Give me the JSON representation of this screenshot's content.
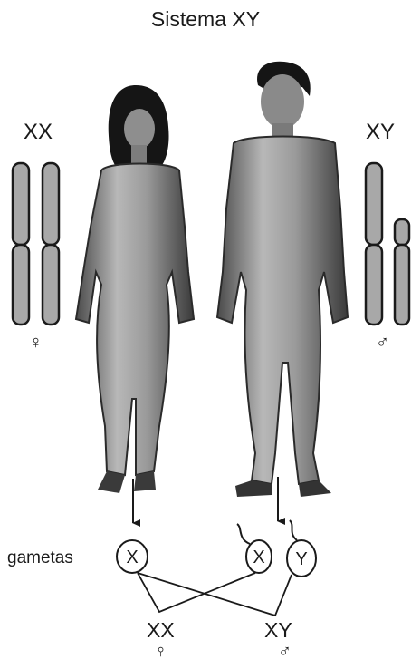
{
  "title": "Sistema XY",
  "female": {
    "chromosome_label": "XX",
    "symbol": "♀"
  },
  "male": {
    "chromosome_label": "XY",
    "symbol": "♂"
  },
  "gametes": {
    "label": "gametas",
    "female_gamete": "X",
    "male_gamete_1": "X",
    "male_gamete_2": "Y"
  },
  "offspring": [
    {
      "genotype": "XX",
      "symbol": "♀"
    },
    {
      "genotype": "XY",
      "symbol": "♂"
    }
  ],
  "colors": {
    "chromosome_fill": "#a8a8a8",
    "line": "#1a1a1a",
    "figure": "#8a8a8a"
  }
}
